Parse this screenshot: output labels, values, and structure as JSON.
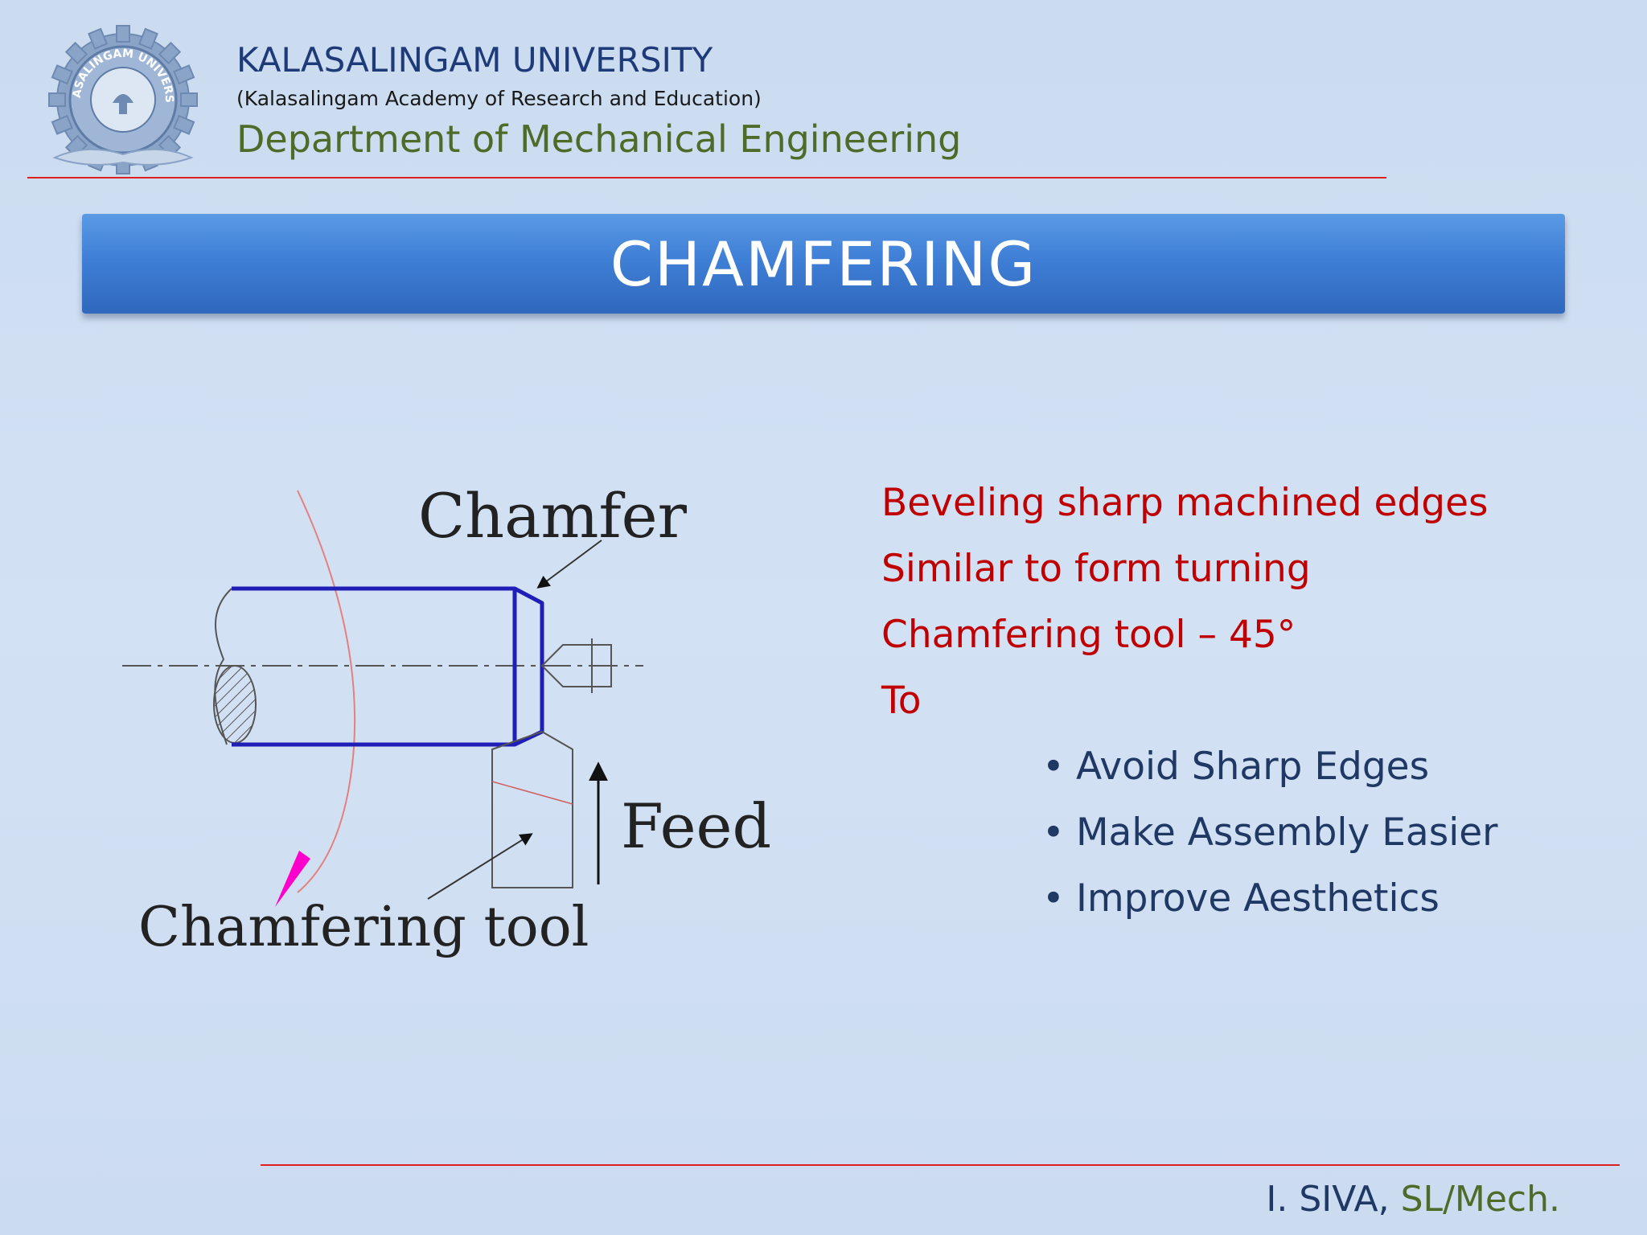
{
  "header": {
    "university": "KALASALINGAM UNIVERSITY",
    "subtitle": "(Kalasalingam Academy of Research and Education)",
    "department": "Department of Mechanical Engineering"
  },
  "logo": {
    "icon": "university-gear-seal-icon",
    "text": "KALASALINGAM UNIVERSITY"
  },
  "slide": {
    "title": "CHAMFERING",
    "points": [
      "Beveling sharp machined edges",
      "Similar to form turning",
      "Chamfering tool – 45°",
      "To"
    ],
    "bullets": [
      "Avoid Sharp Edges",
      "Make Assembly Easier",
      "Improve Aesthetics"
    ],
    "bullet_symbol": "•"
  },
  "diagram": {
    "labels": {
      "chamfer": "Chamfer",
      "feed": "Feed",
      "tool": "Chamfering tool"
    }
  },
  "footer": {
    "name": "I. SIVA, ",
    "role": "SL/Mech."
  },
  "colors": {
    "accent_red": "#c00000",
    "bullet_navy": "#1f3864",
    "dept_green": "#4e6b2a",
    "banner_blue": "#3f7fd6",
    "rule_red": "#e02020",
    "workpiece_blue": "#1f1fb8"
  }
}
